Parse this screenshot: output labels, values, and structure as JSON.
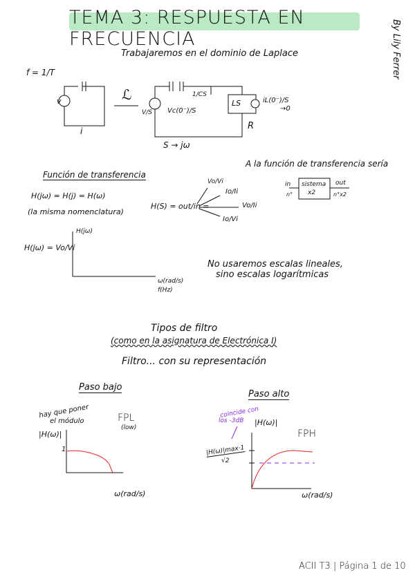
{
  "title": "TEMA 3: RESPUESTA  EN  FRECUENCIA",
  "author": "By Lily Ferrer",
  "intro": "Trabajaremos en el dominio de Laplace",
  "freq_formula": "f = 1/T",
  "circuit": {
    "left_source": "v",
    "left_current": "i",
    "laplace_symbol": "ℒ",
    "source_s": "V/S",
    "cap_s": "1/CS",
    "cap_initial": "Vc(0⁻)/S",
    "inductor_s": "LS",
    "ind_initial": "iL(0⁻)/S",
    "arrow_zero": "→0",
    "resistor": "R",
    "substitution": "S → jω"
  },
  "transfer": {
    "heading": "Función de transferencia",
    "equiv": "H(jω) = H(j) = H(ω)",
    "note": "(la misma nomenclatura)",
    "h_s": "H(S) = out/in =",
    "branches": [
      "Vo/Vi",
      "Io/Ii",
      "Vo/Ii",
      "Io/Vi"
    ],
    "system_note": "A la función de transferencia sería",
    "system": {
      "in": "in",
      "in_val": "n°",
      "box1": "sistema",
      "box2": "x2",
      "out": "out",
      "out_val": "n°x2"
    },
    "h_jw": "H(jω) = Vo/Vi",
    "y_axis": "H(jω)",
    "x_axis1": "ω(rad/s)",
    "x_axis2": "f(Hz)",
    "scales_note1": "No usaremos escalas lineales,",
    "scales_note2": "sino escalas logarítmicas"
  },
  "filters": {
    "heading": "Tipos de filtro",
    "subheading": "(como en la asignatura de Electrónica I)",
    "subtitle": "Filtro... con su representación",
    "low": {
      "heading": "Paso bajo",
      "note1": "hay que poner",
      "note2": "el módulo",
      "y_axis": "|H(ω)|",
      "tick": "1",
      "name": "FPL",
      "sub": "(low)",
      "x_axis": "ω(rad/s)"
    },
    "high": {
      "heading": "Paso alto",
      "annot1": "coincide con",
      "annot2": "los -3dB",
      "y_axis": "|H(ω)|",
      "name": "FPH",
      "level": "|H(ω)|max·1",
      "level_den": "√2",
      "x_axis": "ω(rad/s)"
    },
    "curve_color": "#e8232a",
    "annot_color": "#8a2be2"
  },
  "footer": "ACII T3 | Página 1 de 10"
}
